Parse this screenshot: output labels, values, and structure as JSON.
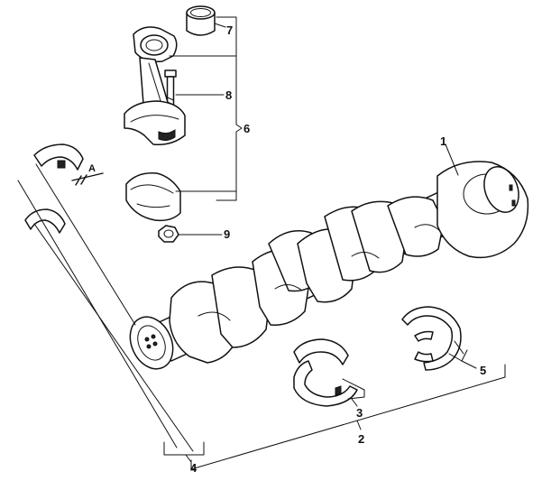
{
  "callouts": {
    "c1": "1",
    "c2": "2",
    "c3": "3",
    "c4": "4",
    "c5": "5",
    "c6": "6",
    "c7": "7",
    "c8": "8",
    "c9": "9",
    "cA": "A"
  }
}
